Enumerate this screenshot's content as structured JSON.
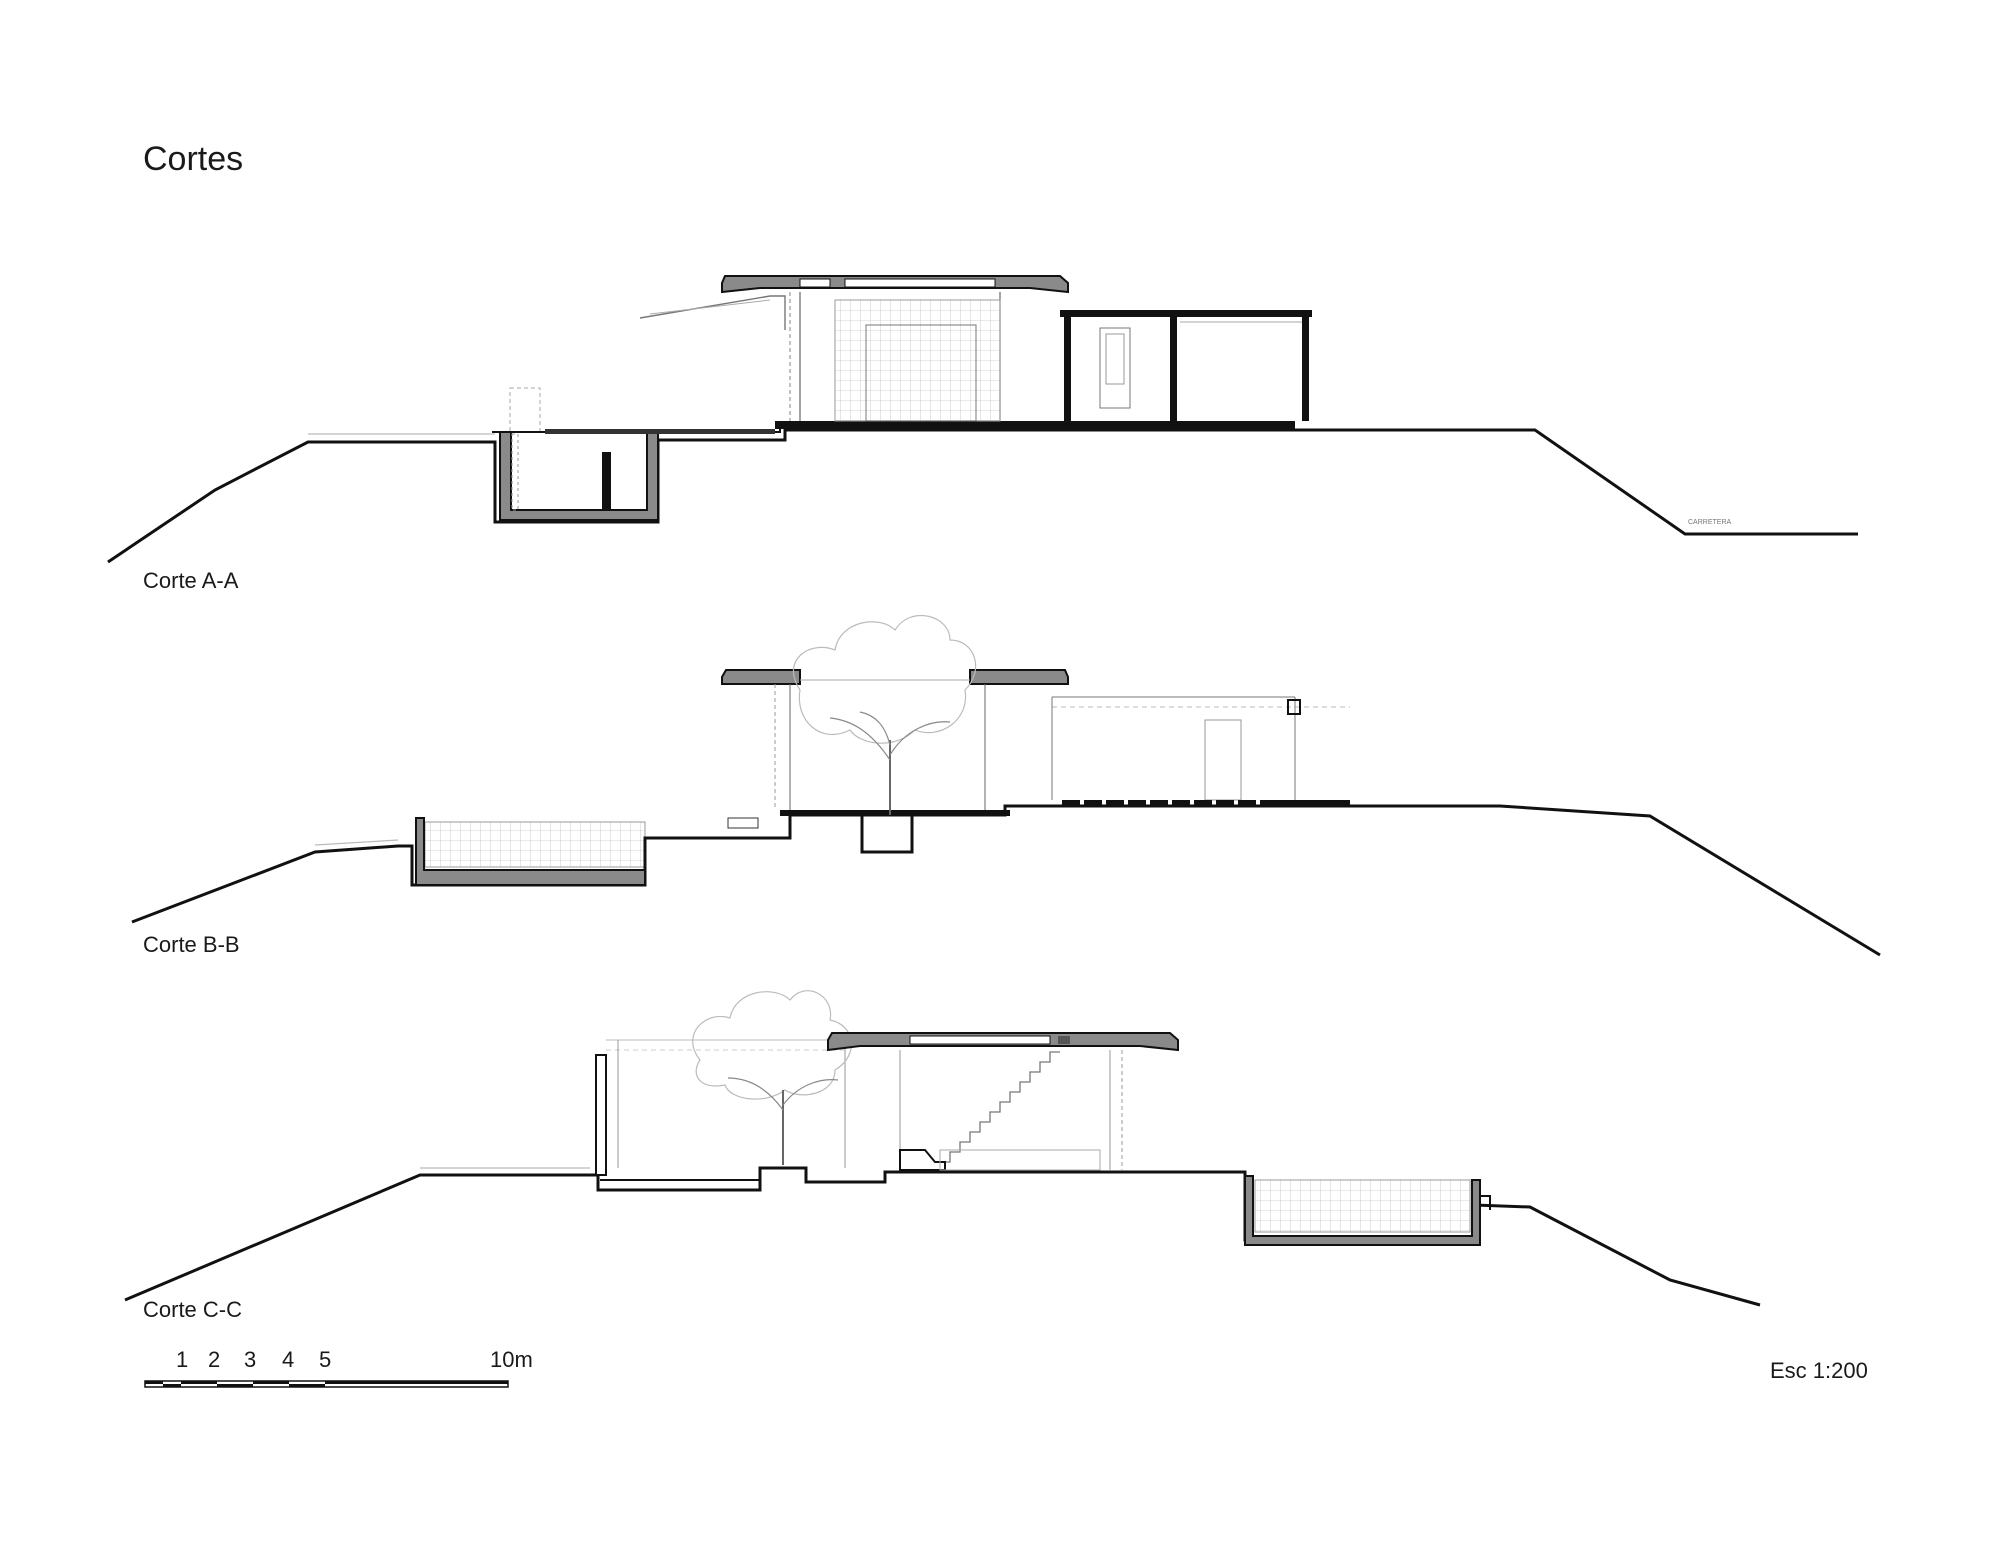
{
  "title": "Cortes",
  "sections": [
    {
      "label": "Corte A-A",
      "note": "CARRETERA"
    },
    {
      "label": "Corte B-B"
    },
    {
      "label": "Corte C-C"
    }
  ],
  "scale_bar": {
    "ticks": [
      "1",
      "2",
      "3",
      "4",
      "5",
      "10m"
    ]
  },
  "scale_text": "Esc 1:200",
  "colors": {
    "line": "#111111",
    "wall_fill": "#8a8a8a",
    "light": "#bbbbbb"
  }
}
